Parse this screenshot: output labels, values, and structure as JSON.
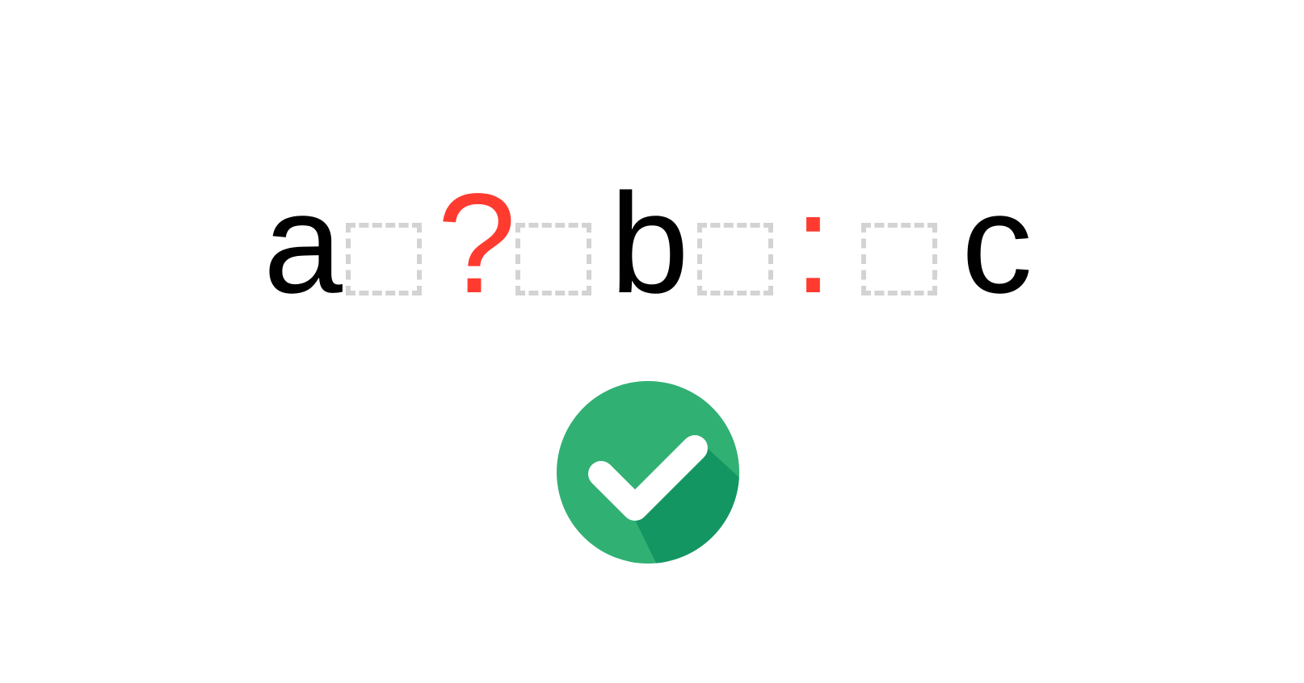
{
  "expression": {
    "tokens": {
      "a": "a",
      "question": "?",
      "b": "b",
      "colon": ":",
      "c": "c"
    },
    "colors": {
      "text": "#000000",
      "operator": "#ff3b30",
      "space_marker": "#d3d3d3"
    },
    "space_markers": 4
  },
  "status": {
    "icon": "check-circle-icon",
    "colors": {
      "circle": "#31b073",
      "shadow": "#139662",
      "check": "#ffffff"
    }
  }
}
